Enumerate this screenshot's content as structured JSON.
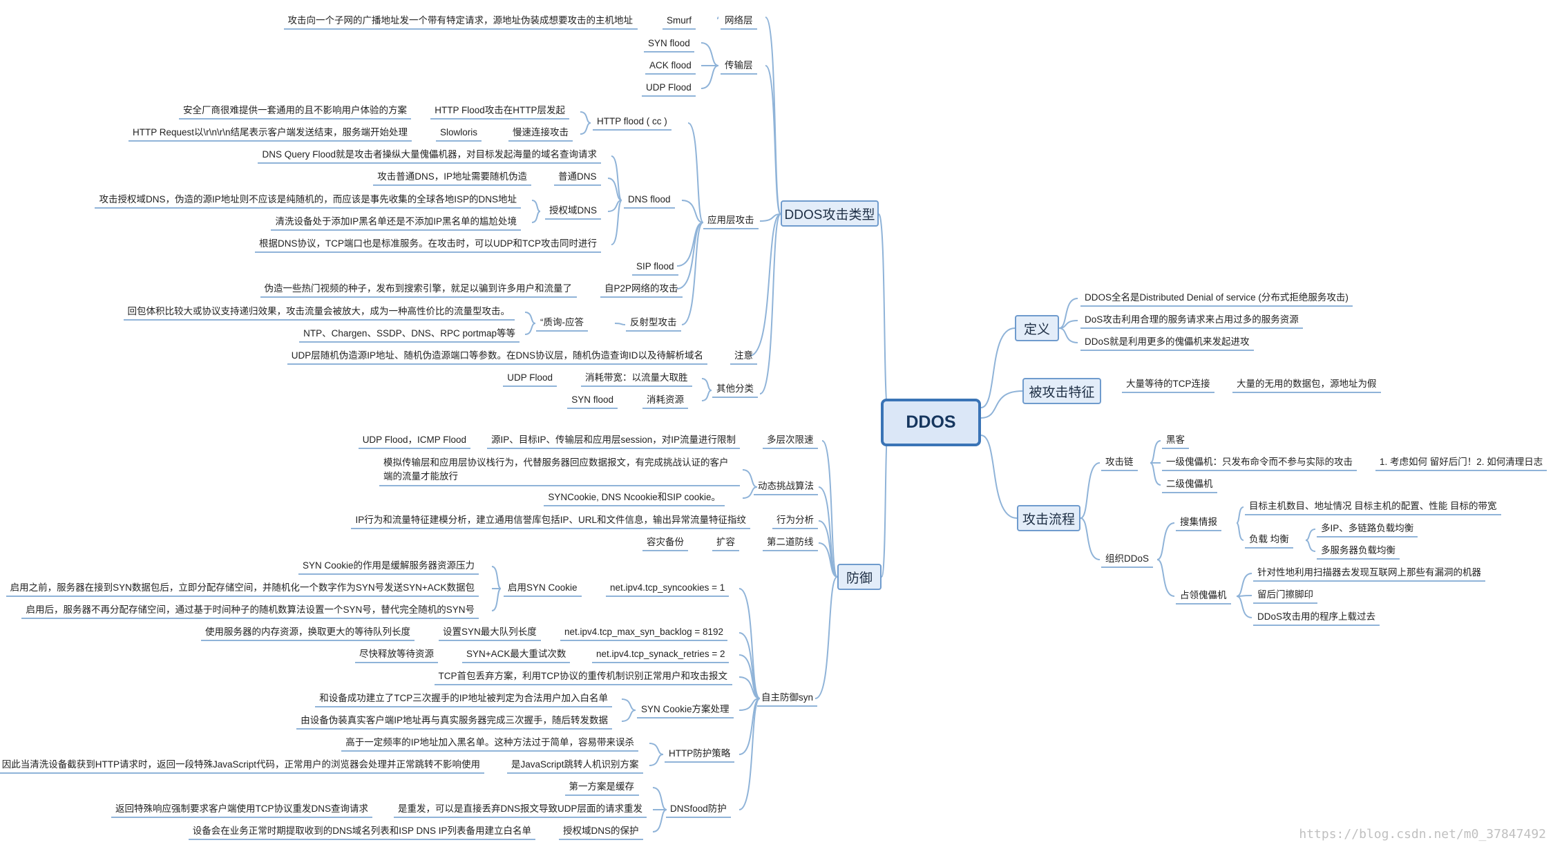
{
  "root": "DDOS",
  "branches": {
    "types": "DDOS攻击类型",
    "definition": "定义",
    "features": "被攻击特征",
    "flow": "攻击流程",
    "defense": "防御"
  },
  "types": {
    "network_layer": "网络层",
    "smurf": "Smurf",
    "smurf_desc": "攻击向一个子网的广播地址发一个带有特定请求，源地址伪装成想要攻击的主机地址",
    "transport_layer": "传输层",
    "syn_flood": "SYN flood",
    "ack_flood": "ACK flood",
    "udp_flood": "UDP Flood",
    "app_layer": "应用层攻击",
    "http_flood": "HTTP  flood ( cc )",
    "http_flood_app": "HTTP Flood攻击在HTTP层发起",
    "http_flood_app_desc": "安全厂商很难提供一套通用的且不影响用户体验的方案",
    "slow_conn": "慢速连接攻击",
    "slowloris": "Slowloris",
    "slowloris_desc": "HTTP Request以\\r\\n\\r\\n结尾表示客户端发送结束，服务端开始处理",
    "dns_flood": "DNS flood",
    "dns_query_flood": "DNS Query Flood就是攻击者操纵大量傀儡机器，对目标发起海量的域名查询请求",
    "normal_dns": "普通DNS",
    "normal_dns_desc": "攻击普通DNS，IP地址需要随机伪造",
    "auth_dns": "授权域DNS",
    "auth_dns_desc1": "攻击授权域DNS，伪造的源IP地址则不应该是纯随机的，而应该是事先收集的全球各地ISP的DNS地址",
    "auth_dns_desc2": "清洗设备处于添加IP黑名单还是不添加IP黑名单的尴尬处境",
    "dns_protocol": "根据DNS协议，TCP端口也是标准服务。在攻击时，可以UDP和TCP攻击同时进行",
    "sip_flood": "SIP flood",
    "p2p": "自P2P网络的攻击",
    "p2p_desc": "伪造一些热门视频的种子，发布到搜索引擎，就足以骗到许多用户和流量了",
    "reflect": "反射型攻击",
    "query_response": "“质询-应答",
    "query_response_desc": "回包体积比较大或协议支持递归效果，攻击流量会被放大，成为一种高性价比的流量型攻击。",
    "ntp": "NTP、Chargen、SSDP、DNS、RPC portmap等等",
    "note": "注意",
    "note_desc": "UDP层随机伪造源IP地址、随机伪造源端口等参数。在DNS协议层，随机伪造查询ID以及待解析域名",
    "other": "其他分类",
    "bandwidth": "消耗带宽：以流量大取胜",
    "bandwidth_example": "UDP Flood",
    "resource": "消耗资源",
    "resource_example": "SYN flood"
  },
  "definition": {
    "items": [
      "DDOS全名是Distributed Denial of service (分布式拒绝服务攻击)",
      "DoS攻击利用合理的服务请求来占用过多的服务资源",
      "DDoS就是利用更多的傀儡机来发起进攻"
    ]
  },
  "features": {
    "tcp_conn": "大量等待的TCP连接",
    "packets": "大量的无用的数据包，源地址为假"
  },
  "flow": {
    "chain": "攻击链",
    "hacker": "黑客",
    "puppet1": "一级傀儡机：只发布命令而不参与实际的攻击",
    "puppet1_note": "1. 考虑如何 留好后门！2. 如何清理日志",
    "puppet2": "二级傀儡机",
    "organize": "组织DDoS",
    "intel": "搜集情报",
    "intel_desc": "目标主机数目、地址情况 目标主机的配置、性能 目标的带宽",
    "lb": "负载 均衡",
    "lb1": "多IP、多链路负载均衡",
    "lb2": "多服务器负载均衡",
    "occupy": "占领傀儡机",
    "occupy1": "针对性地利用扫描器去发现互联网上那些有漏洞的机器",
    "occupy2": "留后门擦脚印",
    "occupy3": "DDoS攻击用的程序上载过去"
  },
  "defense": {
    "multi_level": "多层次限速",
    "multi_level_desc": "源IP、目标IP、传输层和应用层session，对IP流量进行限制",
    "multi_level_ex": "UDP Flood，ICMP Flood",
    "challenge": "动态挑战算法",
    "challenge_desc": "模拟传输层和应用层协议栈行为，代替服务器回应数据报文，有完成挑战认证的客户端的流量才能放行",
    "challenge_ex": "SYNCookie, DNS Ncookie和SIP cookie。",
    "behavior": "行为分析",
    "behavior_desc": "IP行为和流量特征建模分析，建立通用信誉库包括IP、URL和文件信息，输出异常流量特征指纹",
    "second": "第二道防线",
    "expand": "扩容",
    "backup": "容灾备份",
    "self_syn": "自主防御syn",
    "syncookies": "net.ipv4.tcp_syncookies = 1",
    "enable_cookie": "启用SYN Cookie",
    "cookie_purpose": "SYN Cookie的作用是缓解服务器资源压力",
    "cookie_before": "启用之前，服务器在接到SYN数据包后，立即分配存储空间，并随机化一个数字作为SYN号发送SYN+ACK数据包",
    "cookie_after": "启用后，服务器不再分配存储空间，通过基于时间种子的随机数算法设置一个SYN号，替代完全随机的SYN号",
    "backlog": "net.ipv4.tcp_max_syn_backlog = 8192",
    "backlog_label": "设置SYN最大队列长度",
    "backlog_desc": "使用服务器的内存资源，换取更大的等待队列长度",
    "retries": "net.ipv4.tcp_synack_retries = 2",
    "retries_label": "SYN+ACK最大重试次数",
    "retries_desc": "尽快释放等待资源",
    "tcp_drop": "TCP首包丢弃方案，利用TCP协议的重传机制识别正常用户和攻击报文",
    "syn_cookie_plan": "SYN Cookie方案处理",
    "whitelist": "和设备成功建立了TCP三次握手的IP地址被判定为合法用户加入白名单",
    "fake_client": "由设备伪装真实客户端IP地址再与真实服务器完成三次握手，随后转发数据",
    "http_policy": "HTTP防护策略",
    "blacklist": "高于一定频率的IP地址加入黑名单。这种方法过于简单，容易带来误杀",
    "js_redirect": "是JavaScript跳转人机识别方案",
    "js_desc": "因此当清洗设备截获到HTTP请求时，返回一段特殊JavaScript代码，正常用户的浏览器会处理并正常跳转不影响使用",
    "dns_defense": "DNSfood防护",
    "dns_cache": "第一方案是缓存",
    "resend": "是重发，可以是直接丢弃DNS报文导致UDP层面的请求重发",
    "resend_desc": "返回特殊响应强制要求客户端使用TCP协议重发DNS查询请求",
    "auth_dns_protect": "授权域DNS的保护",
    "auth_dns_protect_desc": "设备会在业务正常时期提取收到的DNS域名列表和ISP DNS IP列表备用建立白名单"
  },
  "watermark": "https://blog.csdn.net/m0_37847492"
}
